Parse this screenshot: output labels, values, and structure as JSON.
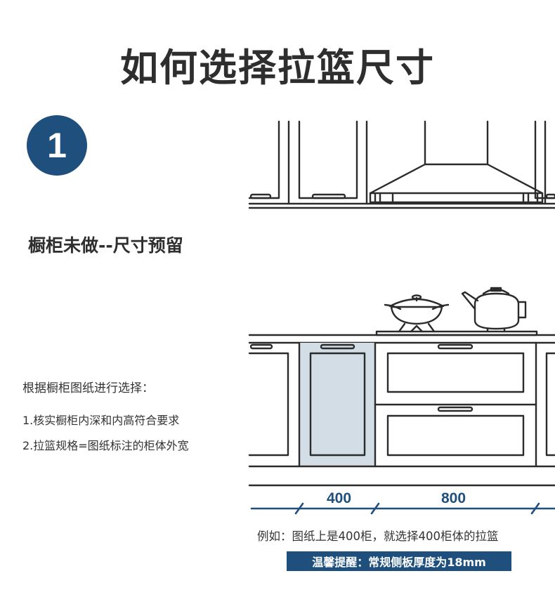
{
  "title": "如何选择拉篮尺寸",
  "step": {
    "number": "1"
  },
  "section_title": "橱柜未做--尺寸预留",
  "instructions": {
    "intro": "根据橱柜图纸进行选择：",
    "item1": "1.核实橱柜内深和内高符合要求",
    "item2": "2.拉篮规格=图纸标注的柜体外宽"
  },
  "dimensions": {
    "narrow": "400",
    "wide": "800"
  },
  "example": "例如：图纸上是400柜，就选择400柜体的拉篮",
  "tip": "温馨提醒：常规侧板厚度为18mm",
  "colors": {
    "accent": "#1e4f7d",
    "highlight": "#d2dde6",
    "line": "#2b2b2b"
  }
}
